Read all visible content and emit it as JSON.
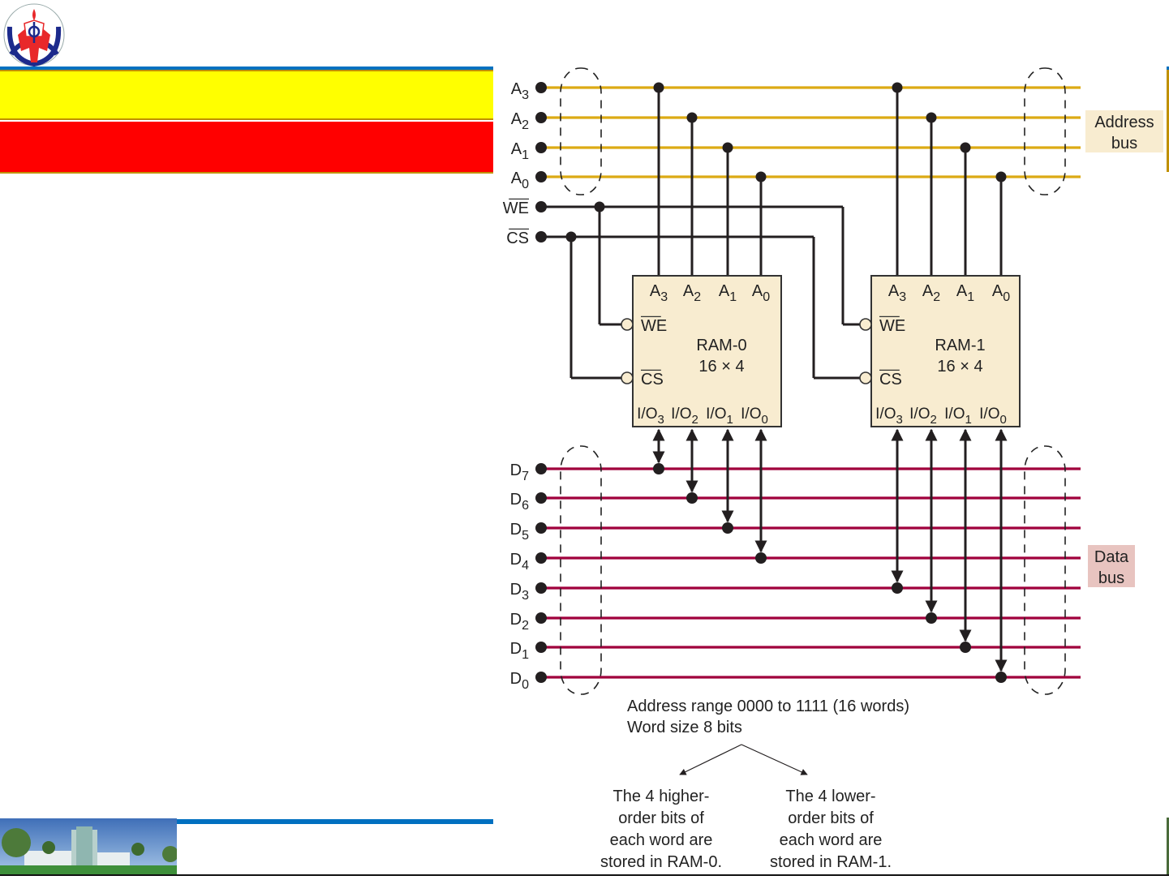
{
  "slide": {
    "logo": "university-logo",
    "title": "",
    "subtitle": "",
    "colors": {
      "title_band": "#ffff00",
      "subtitle_band": "#ff0000",
      "rule": "#0070c0",
      "band_border": "#c09000"
    },
    "footer_image": "campus-building-photo"
  },
  "diagram": {
    "address_lines": [
      "A3",
      "A2",
      "A1",
      "A0"
    ],
    "control_lines": [
      "WE",
      "CS"
    ],
    "data_lines": [
      "D7",
      "D6",
      "D5",
      "D4",
      "D3",
      "D2",
      "D1",
      "D0"
    ],
    "address_bus_label": [
      "Address",
      "bus"
    ],
    "data_bus_label": [
      "Data",
      "bus"
    ],
    "chips": [
      {
        "name": "RAM-0",
        "size": "16 × 4",
        "address_pins": [
          "A3",
          "A2",
          "A1",
          "A0"
        ],
        "control_pins": [
          "WE",
          "CS"
        ],
        "io_pins": [
          "I/O3",
          "I/O2",
          "I/O1",
          "I/O0"
        ],
        "data_connections": [
          "D7",
          "D6",
          "D5",
          "D4"
        ]
      },
      {
        "name": "RAM-1",
        "size": "16 × 4",
        "address_pins": [
          "A3",
          "A2",
          "A1",
          "A0"
        ],
        "control_pins": [
          "WE",
          "CS"
        ],
        "io_pins": [
          "I/O3",
          "I/O2",
          "I/O1",
          "I/O0"
        ],
        "data_connections": [
          "D3",
          "D2",
          "D1",
          "D0"
        ]
      }
    ],
    "caption": {
      "line1": "Address range 0000 to 1111 (16 words)",
      "line2": "Word size 8 bits",
      "left_note": [
        "The 4 higher-",
        "order bits of",
        "each word are",
        "stored in RAM-0."
      ],
      "right_note": [
        "The 4 lower-",
        "order bits of",
        "each word are",
        "stored in RAM-1."
      ]
    },
    "colors": {
      "address_bus": "#dcaa14",
      "data_bus": "#a0003c",
      "wire": "#231f20",
      "chip_fill": "#f8ecd0",
      "address_label_bg": "#f8ecd0",
      "data_label_bg": "#e8c4c0"
    }
  }
}
